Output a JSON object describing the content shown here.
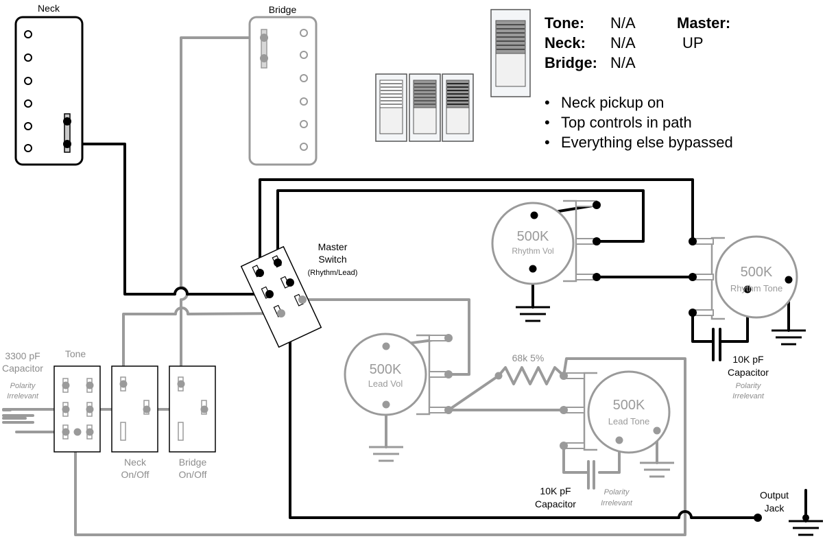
{
  "labels": {
    "neck": "Neck",
    "bridge": "Bridge",
    "master_switch_1": "Master",
    "master_switch_2": "Switch",
    "master_switch_3": "(Rhythm/Lead)",
    "tone_switch": "Tone",
    "cap_3300_1": "3300 pF",
    "cap_3300_2": "Capacitor",
    "polarity_1": "Polarity",
    "polarity_2": "Irrelevant",
    "neck_onoff_1": "Neck",
    "neck_onoff_2": "On/Off",
    "bridge_onoff_1": "Bridge",
    "bridge_onoff_2": "On/Off",
    "pot_value": "500K",
    "rhythm_vol": "Rhythm Vol",
    "rhythm_tone": "Rhythm Tone",
    "lead_vol": "Lead Vol",
    "lead_tone": "Lead Tone",
    "resistor": "68k 5%",
    "cap_10k_1": "10K pF",
    "cap_10k_2": "Capacitor",
    "output_1": "Output",
    "output_2": "Jack"
  },
  "status": {
    "tone_key": "Tone:",
    "tone_val": "N/A",
    "neck_key": "Neck:",
    "neck_val": "N/A",
    "bridge_key": "Bridge:",
    "bridge_val": "N/A",
    "master_key": "Master:",
    "master_val": "UP"
  },
  "bullets": [
    "Neck pickup on",
    "Top controls in path",
    "Everything else bypassed"
  ],
  "colors": {
    "active": "#000000",
    "inactive": "#9a9a9a",
    "inactive_text": "#8c8c8c"
  }
}
